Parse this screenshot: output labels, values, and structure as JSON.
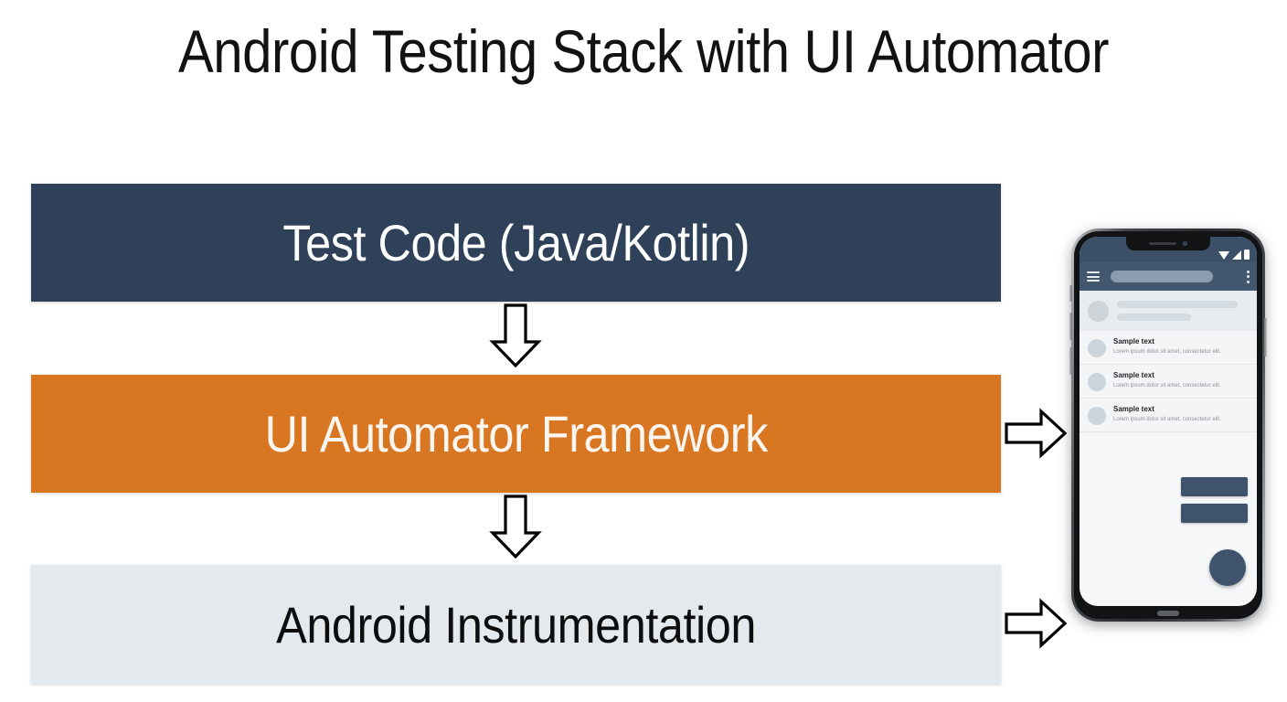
{
  "page": {
    "title": "Android Testing Stack with UI Automator",
    "background_color": "#ffffff"
  },
  "stack": {
    "layers": [
      {
        "id": "test-code",
        "label": "Test Code (Java/Kotlin)",
        "background_color": "#2e4159",
        "text_color": "#ffffff"
      },
      {
        "id": "ui-automator",
        "label": "UI Automator Framework",
        "background_color": "#d97621",
        "text_color": "#fdf6f0"
      },
      {
        "id": "android-instrumentation",
        "label": "Android Instrumentation",
        "background_color": "#e3e9ed",
        "text_color": "#0d0d0d"
      }
    ]
  },
  "arrows": {
    "down": [
      {
        "id": "arrow-test-code-to-ui-automator",
        "direction": "down"
      },
      {
        "id": "arrow-ui-automator-to-instrumentation",
        "direction": "down"
      }
    ],
    "right": [
      {
        "id": "arrow-ui-automator-to-device",
        "direction": "right"
      },
      {
        "id": "arrow-instrumentation-to-device",
        "direction": "right"
      }
    ],
    "stroke_color": "#000000",
    "fill_color": "#ffffff"
  },
  "device": {
    "name": "android-phone-mockup",
    "frame_color": "#2a2c2f",
    "screen_background": "#f6f7f8",
    "status_bar": {
      "background_color": "#3c5068",
      "icons": [
        "wifi-icon",
        "signal-icon",
        "battery-icon"
      ]
    },
    "app_bar": {
      "background_color": "#43586f",
      "menu_icon": "hamburger-icon",
      "search_placeholder": "",
      "overflow_icon": "overflow-menu-icon"
    },
    "header_card": {
      "avatar": "avatar-placeholder",
      "lines": 2
    },
    "list_items": [
      {
        "title": "Sample text",
        "subtitle": "Lorem ipsum dolor sit amet, consectetur elit."
      },
      {
        "title": "Sample text",
        "subtitle": "Lorem ipsum dolor sit amet, consectetur elit."
      },
      {
        "title": "Sample text",
        "subtitle": "Lorem ipsum dolor sit amet, consectetur elit."
      }
    ],
    "action_buttons": [
      {
        "id": "primary-action",
        "label": "",
        "color": "#3f546c"
      },
      {
        "id": "secondary-action",
        "label": "",
        "color": "#3f546c"
      }
    ],
    "fab": {
      "id": "floating-action-button",
      "color": "#3f546c"
    },
    "home_indicator": true
  }
}
